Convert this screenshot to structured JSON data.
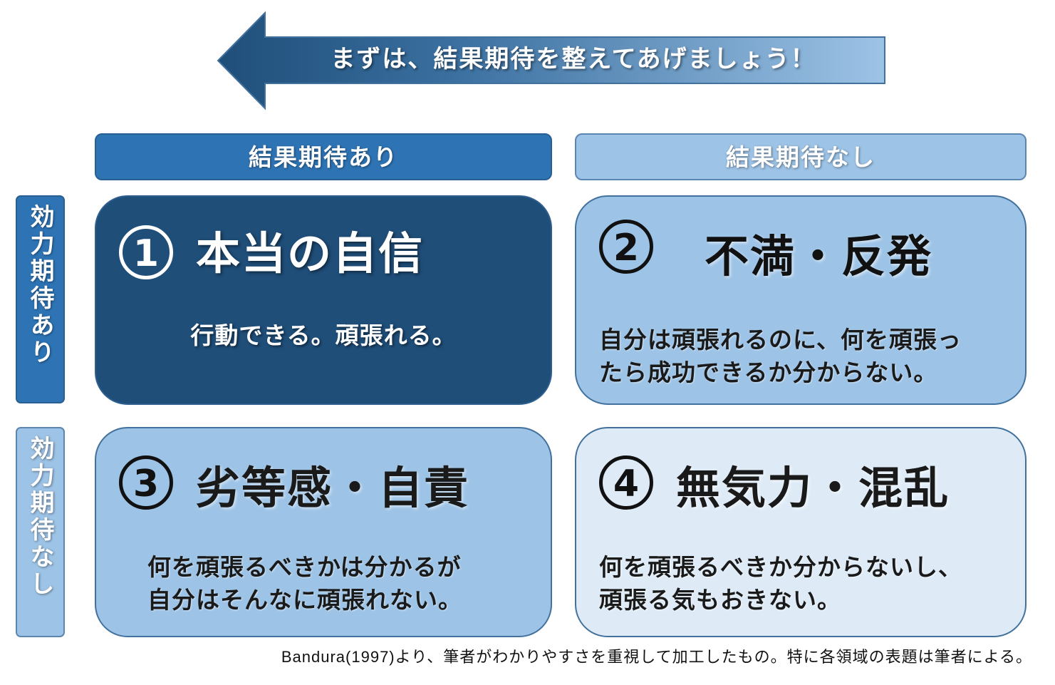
{
  "banner": {
    "text": "まずは、結果期待を整えてあげましょう！",
    "gradient_start": "#1f4e79",
    "gradient_end": "#9dc3e6"
  },
  "columns": [
    {
      "label": "結果期待あり",
      "color": "#2e74b5"
    },
    {
      "label": "結果期待なし",
      "color": "#9dc3e6"
    }
  ],
  "rows": [
    {
      "label": "効力期待あり",
      "color": "#2e74b5"
    },
    {
      "label": "効力期待なし",
      "color": "#9dc3e6"
    }
  ],
  "quadrants": [
    {
      "number": "1",
      "title": "本当の自信",
      "description": [
        "行動できる。頑張れる。"
      ],
      "color": "#1f4e79"
    },
    {
      "number": "2",
      "title": "不満・反発",
      "description": [
        "自分は頑張れるのに、何を頑張っ",
        "たら成功できるか分からない。"
      ],
      "color": "#9dc3e6"
    },
    {
      "number": "3",
      "title": "劣等感・自責",
      "description": [
        "何を頑張るべきかは分かるが",
        "自分はそんなに頑張れない。"
      ],
      "color": "#9dc3e6"
    },
    {
      "number": "4",
      "title": "無気力・混乱",
      "description": [
        "何を頑張るべきか分からないし、",
        "頑張る気もおきない。"
      ],
      "color": "#deebf7"
    }
  ],
  "footnote": "Bandura(1997)より、筆者がわかりやすさを重視して加工したもの。特に各領域の表題は筆者による。"
}
